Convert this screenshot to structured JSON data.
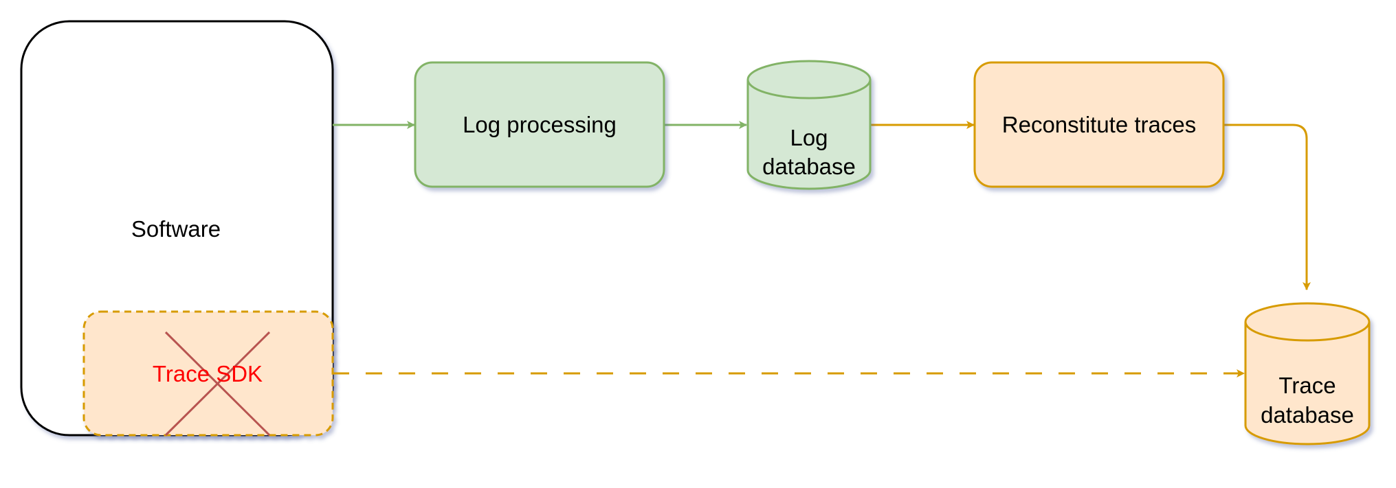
{
  "colors": {
    "green_fill": "#d5e8d4",
    "green_stroke": "#82b366",
    "orange_fill": "#ffe6cc",
    "orange_stroke": "#d79b00",
    "black": "#000000",
    "cross": "#b85450",
    "disabled_text": "#ff0000"
  },
  "nodes": {
    "software": {
      "label": "Software"
    },
    "trace_sdk": {
      "label": "Trace SDK",
      "status": "removed"
    },
    "log_processing": {
      "label": "Log processing"
    },
    "log_database": {
      "label_line1": "Log",
      "label_line2": "database"
    },
    "reconstitute_traces": {
      "label": "Reconstitute traces"
    },
    "trace_database": {
      "label_line1": "Trace",
      "label_line2": "database"
    }
  },
  "edges": [
    {
      "from": "software",
      "to": "log_processing",
      "style": "solid",
      "color": "green"
    },
    {
      "from": "log_processing",
      "to": "log_database",
      "style": "solid",
      "color": "green"
    },
    {
      "from": "log_database",
      "to": "reconstitute_traces",
      "style": "solid",
      "color": "orange"
    },
    {
      "from": "reconstitute_traces",
      "to": "trace_database",
      "style": "solid",
      "color": "orange"
    },
    {
      "from": "trace_sdk",
      "to": "trace_database",
      "style": "dashed",
      "color": "orange"
    }
  ]
}
